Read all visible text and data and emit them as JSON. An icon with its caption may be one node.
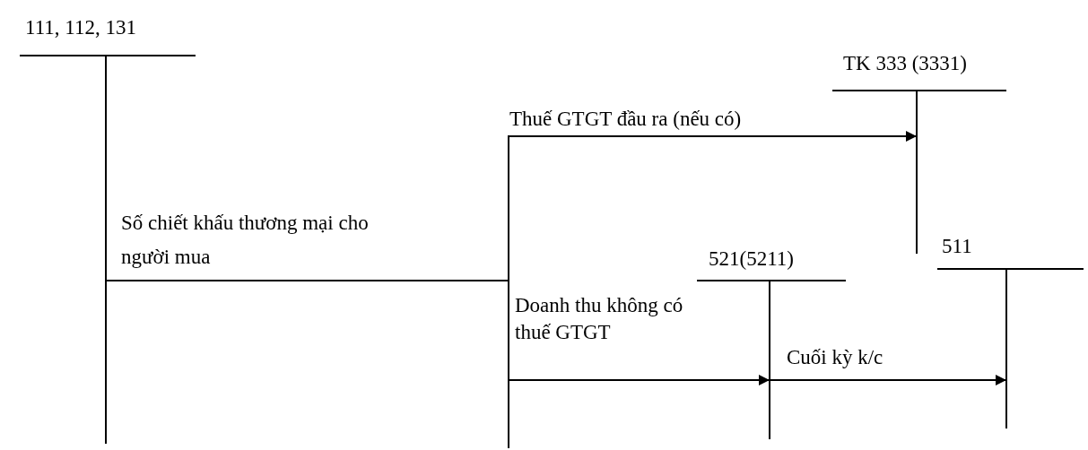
{
  "diagram": {
    "nodes": [
      {
        "text": [
          "111, 112, 131"
        ]
      },
      {
        "text": [
          "TK 333 (3331)"
        ]
      },
      {
        "text": [
          "521(5211)"
        ]
      },
      {
        "text": [
          "511"
        ]
      }
    ],
    "edges": [
      {
        "from": 0,
        "to": 1,
        "arrow": "to",
        "label": "Thuế GTGT đầu ra (nếu có)"
      },
      {
        "from": 0,
        "to": 2,
        "arrow": "to",
        "label": "Doanh thu không có thuế GTGT"
      },
      {
        "from": 2,
        "to": 3,
        "arrow": "to",
        "label": "Cuối kỳ k/c"
      }
    ],
    "labels": [
      "Số chiết khấu thương mại cho người mua"
    ]
  }
}
